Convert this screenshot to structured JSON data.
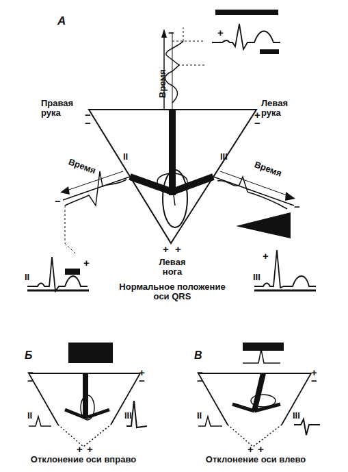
{
  "diagram": {
    "labels": [
      "А",
      "−",
      "+",
      "Время",
      "Правая рука",
      "Левая рука",
      "−",
      "−",
      "+",
      "−",
      "Время",
      "II",
      "III",
      "Время",
      "−",
      "−",
      "+",
      "+",
      "Левая нога",
      "+",
      "+",
      "II",
      "III",
      "Нормальное положение оси QRS",
      "Б",
      "−",
      "−",
      "+",
      "−",
      "II",
      "III",
      "+",
      "+",
      "Отклонение оси вправо",
      "В",
      "−",
      "−",
      "+",
      "−",
      "II",
      "III",
      "+",
      "+",
      "Отклонение оси влево"
    ]
  }
}
